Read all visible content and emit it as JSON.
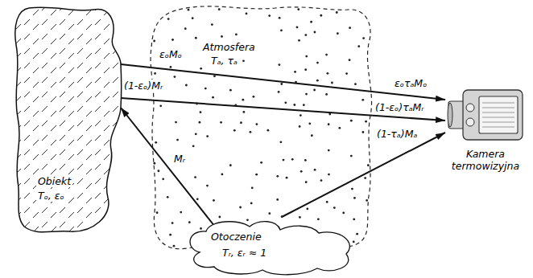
{
  "diagram": {
    "nodes": [
      {
        "text": [
          "Obiekt",
          "Tₒ, εₒ"
        ]
      },
      {
        "text": [
          "Atmosfera",
          "Tₐ, τₐ"
        ]
      },
      {
        "text": [
          "Otoczenie",
          "Tᵣ, εᵣ ≈ 1"
        ]
      },
      {
        "text": [
          "Kamera termowizyjna"
        ]
      }
    ],
    "edges": [
      {
        "from": 0,
        "to": 3,
        "arrow": "to",
        "label": "εₒMₒ"
      },
      {
        "from": 0,
        "to": 3,
        "arrow": "to",
        "label": "(1-εₒ)Mᵣ"
      },
      {
        "from": 2,
        "to": 0,
        "arrow": "to",
        "label": "Mᵣ"
      },
      {
        "from": 1,
        "to": 3,
        "arrow": "to",
        "label": "(1-τₐ)Mₐ"
      }
    ],
    "labels": [
      "εₒτₐMₒ",
      "(1-εₒ)τₐMᵣ"
    ]
  }
}
